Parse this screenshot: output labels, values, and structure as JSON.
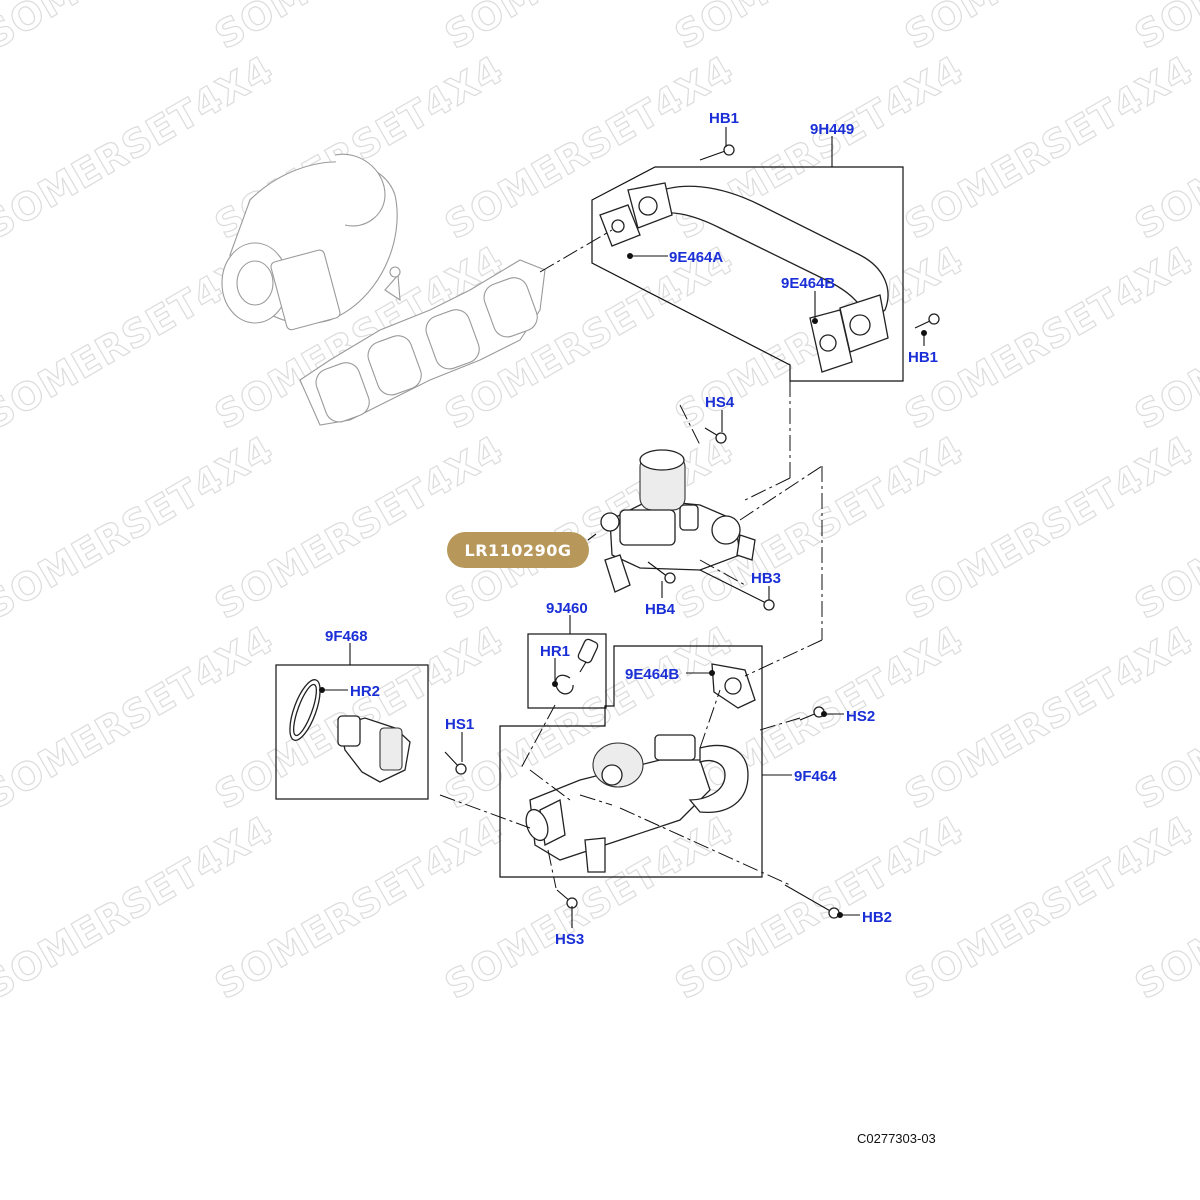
{
  "watermark": {
    "text": "SOMERSET4X4"
  },
  "part_badge": {
    "label": "LR110290G",
    "color": "#b8985a"
  },
  "callout_color": "#1a2fd6",
  "callouts": {
    "hb1_top": "HB1",
    "h9h449": "9H449",
    "e464a": "9E464A",
    "e464b_top": "9E464B",
    "hb1_right": "HB1",
    "hs4": "HS4",
    "hb3": "HB3",
    "hb4": "HB4",
    "j460": "9J460",
    "hr1": "HR1",
    "f468": "9F468",
    "hr2": "HR2",
    "hs1": "HS1",
    "e464b_mid": "9E464B",
    "hs2": "HS2",
    "f464": "9F464",
    "hs3": "HS3",
    "hb2": "HB2"
  },
  "reference": "C0277303-03"
}
